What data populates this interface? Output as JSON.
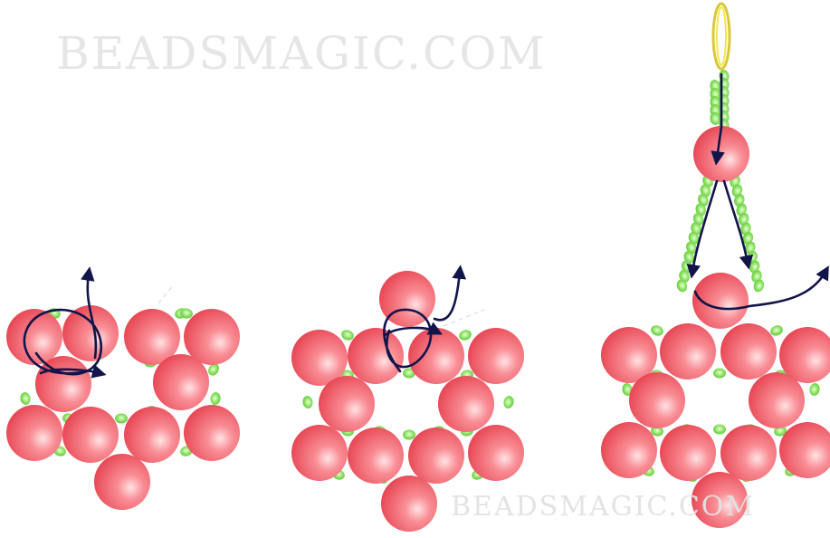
{
  "watermarks": {
    "top": "BEADSMAGIC.COM",
    "bottom": "BEADSMAGIC.COM"
  },
  "colors": {
    "large_bead": "#ee5561",
    "large_bead_highlight": "#ffd7da",
    "seed_bead": "#7ed957",
    "seed_bead_highlight": "#d9ffc4",
    "thread": "#12154a",
    "hidden_thread": "#e4e4e4",
    "ring": "#f2e84a",
    "watermark": "#e6e6e6"
  },
  "diagram": {
    "description_steps": [
      "step-1",
      "step-2",
      "step-3"
    ]
  }
}
